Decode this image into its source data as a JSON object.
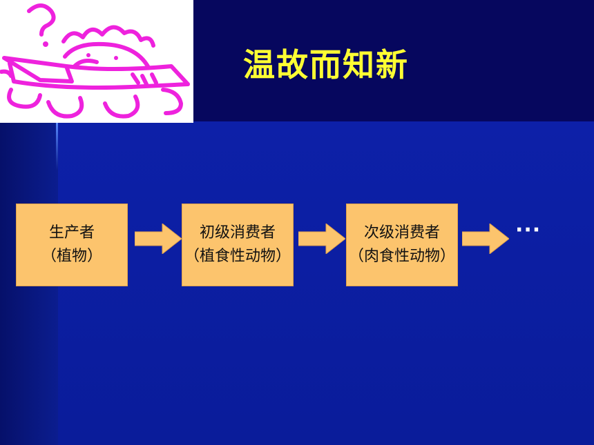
{
  "slide": {
    "title": "温故而知新",
    "colors": {
      "title": "#ffff33",
      "box_fill": "#fcc46d",
      "background": "#0a1a8c",
      "header_band": "#06075e"
    },
    "illustration": {
      "icon": "reading-child-question-icon"
    },
    "chain": {
      "boxes": [
        {
          "line1": "生产者",
          "line2": "（植物）"
        },
        {
          "line1": "初级消费者",
          "line2": "（植食性动物）"
        },
        {
          "line1": "次级消费者",
          "line2": "（肉食性动物）"
        }
      ],
      "continuation": "···"
    }
  }
}
